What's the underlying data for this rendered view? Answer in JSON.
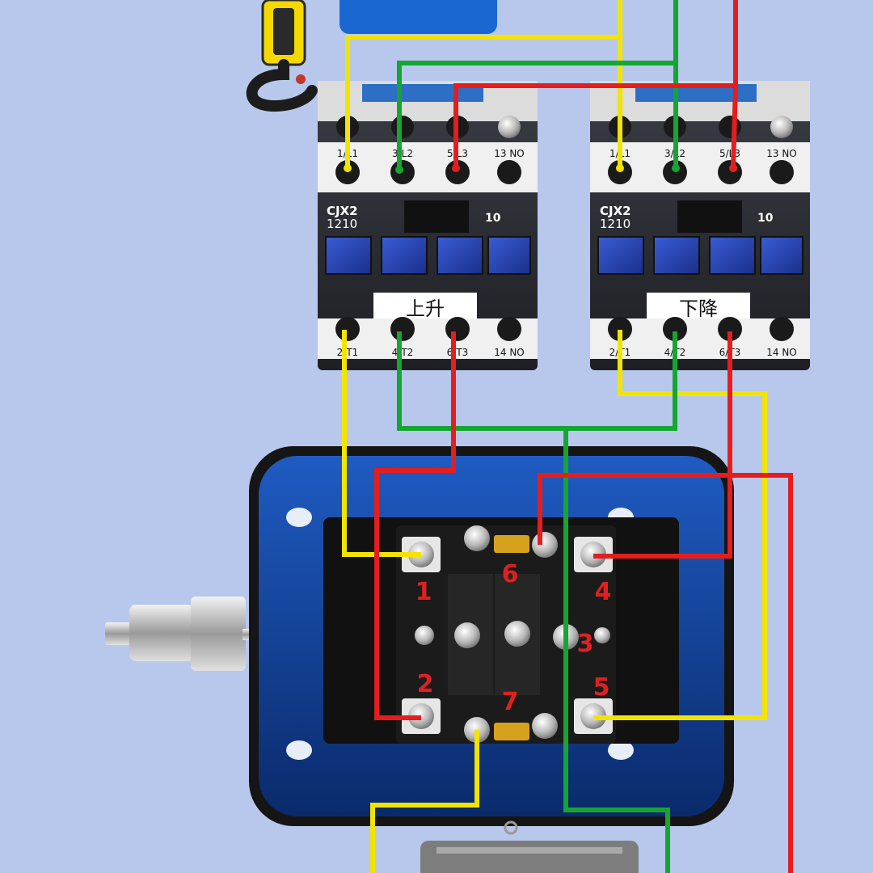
{
  "colors": {
    "background": "#b7c8ec",
    "wire_phase1": "#f2e400",
    "wire_phase2": "#15a632",
    "wire_phase3": "#e41e1e",
    "motor_box": "#0f3f8f",
    "terminal_number": "#e02020"
  },
  "contactors": [
    {
      "model_line1": "CJX2",
      "model_line2": "1210",
      "aux_code": "10",
      "role_label": "上升",
      "top_terminals": [
        "1/L1",
        "3/L2",
        "5/L3",
        "13 NO"
      ],
      "bottom_terminals": [
        "2/T1",
        "4/T2",
        "6/T3",
        "14 NO"
      ]
    },
    {
      "model_line1": "CJX2",
      "model_line2": "1210",
      "aux_code": "10",
      "role_label": "下降",
      "top_terminals": [
        "1/L1",
        "3/L2",
        "5/L3",
        "13 NO"
      ],
      "bottom_terminals": [
        "2/T1",
        "4/T2",
        "6/T3",
        "14 NO"
      ]
    }
  ],
  "motor_terminal_numbers": [
    "1",
    "2",
    "3",
    "4",
    "5",
    "6",
    "7"
  ],
  "icons": [
    "crane-hook-icon",
    "motor-shaft-icon",
    "motor-body-icon"
  ]
}
